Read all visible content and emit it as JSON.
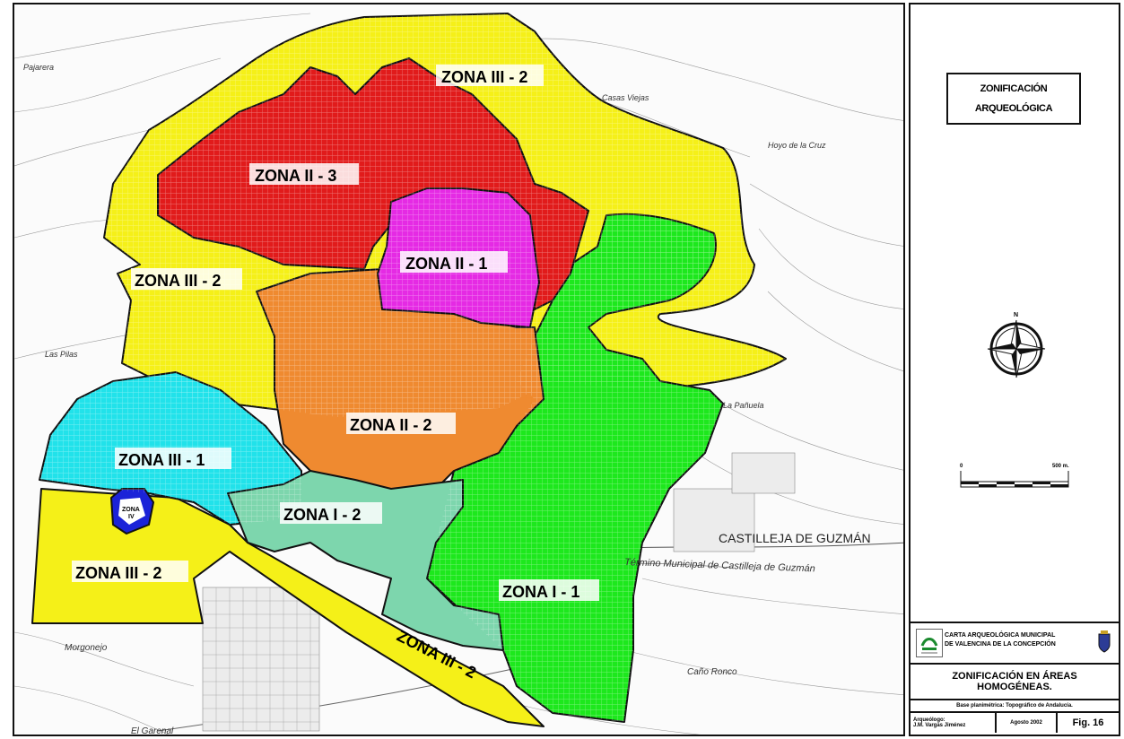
{
  "map": {
    "zones": [
      {
        "id": "zona-iii-2-north",
        "label": "ZONA III - 2",
        "color": "#f5f018"
      },
      {
        "id": "zona-ii-3",
        "label": "ZONA II - 3",
        "color": "#e11b1b"
      },
      {
        "id": "zona-ii-1",
        "label": "ZONA II - 1",
        "color": "#e52ae4"
      },
      {
        "id": "zona-iii-2-west",
        "label": "ZONA III - 2",
        "color": "#f5f018"
      },
      {
        "id": "zona-ii-2",
        "label": "ZONA II - 2",
        "color": "#ef8a30"
      },
      {
        "id": "zona-iii-1",
        "label": "ZONA III - 1",
        "color": "#21e2ea"
      },
      {
        "id": "zona-iv",
        "label": "ZONA IV",
        "color": "#1b23d8"
      },
      {
        "id": "zona-i-2",
        "label": "ZONA I - 2",
        "color": "#7dd6ad"
      },
      {
        "id": "zona-iii-2-southwest",
        "label": "ZONA III - 2",
        "color": "#f5f018"
      },
      {
        "id": "zona-i-1",
        "label": "ZONA I - 1",
        "color": "#1de81d"
      },
      {
        "id": "zona-iii-2-south",
        "label": "ZONA III - 2",
        "color": "#f5f018"
      }
    ],
    "zone_iv_label": {
      "line1": "ZONA",
      "line2": "IV"
    },
    "place_labels": {
      "casas_viejas": "Casas Viejas",
      "hoyo": "Hoyo de la Cruz",
      "castilleja": "CASTILLEJA DE GUZMÁN",
      "termino": "Término Municipal de Castilleja de Guzmán",
      "cano_ronco": "Caño Ronco",
      "el_garenal": "El Garenal",
      "las_pilas": "Las Pilas",
      "la_pajarera": "Pajarera",
      "la_pañuela": "La Pañuela",
      "morgonejo": "Morgonejo"
    }
  },
  "legend": {
    "title_line1": "ZONIFICACIÓN",
    "title_line2": "ARQUEOLÓGICA",
    "north": "N",
    "scale_zero": "0",
    "scale_end": "500 m.",
    "carta_line1": "CARTA ARQUEOLÓGICA MUNICIPAL",
    "carta_line2": "DE VALENCINA DE LA CONCEPCIÓN",
    "zon_title_line1": "ZONIFICACIÓN EN ÁREAS",
    "zon_title_line2": "HOMOGÉNEAS.",
    "base": "Base planimétrica: Topográfico de Andalucía.",
    "author_label": "Arqueólogo:",
    "author": "J.M. Vargas Jiménez",
    "date": "Agosto 2002",
    "fig": "Fig. 16"
  }
}
